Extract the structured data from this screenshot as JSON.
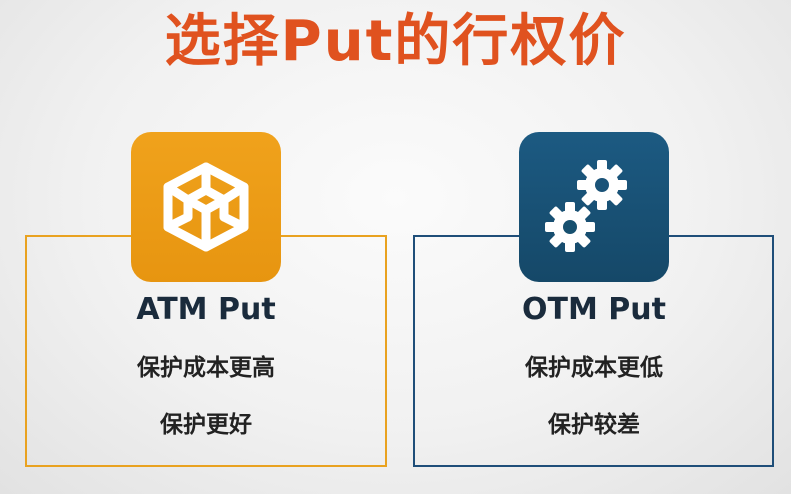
{
  "title": "选择Put的行权价",
  "colors": {
    "title": "#e0521f",
    "atm_accent": "#e9a220",
    "otm_accent": "#1f4e79"
  },
  "cards": [
    {
      "icon": "cube-outline-icon",
      "heading": "ATM Put",
      "lines": [
        "保护成本更高",
        "保护更好"
      ]
    },
    {
      "icon": "gears-icon",
      "heading": "OTM Put",
      "lines": [
        "保护成本更低",
        "保护较差"
      ]
    }
  ]
}
